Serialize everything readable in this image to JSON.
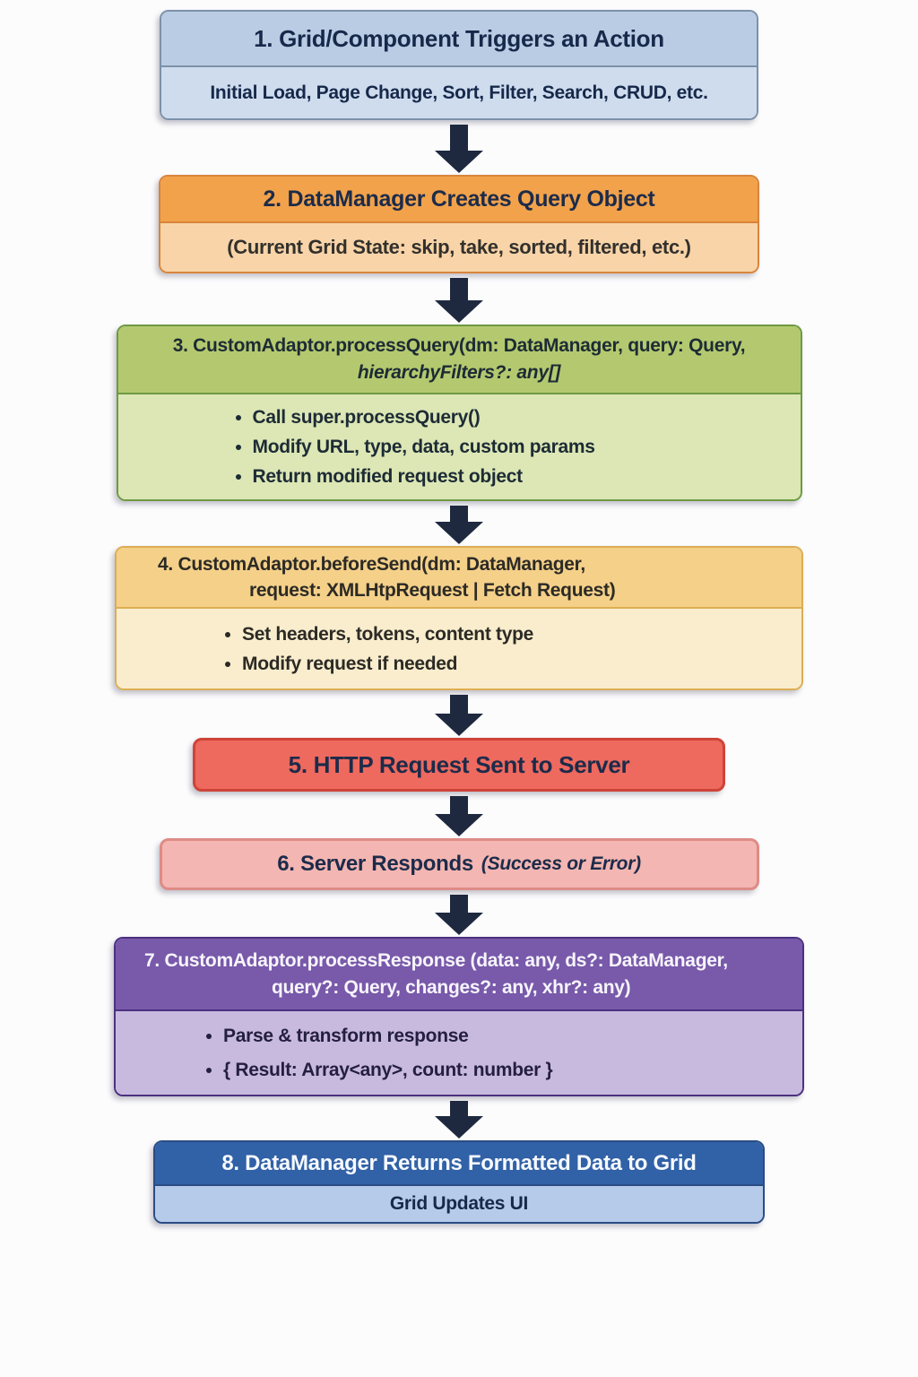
{
  "page": {
    "background": "#fcfcfd",
    "arrow_color": "#1e2940"
  },
  "steps": [
    {
      "title": "1. Grid/Component Triggers an Action",
      "subtitle": "Initial Load, Page Change, Sort, Filter, Search, CRUD, etc.",
      "colors": {
        "header_bg": "#b9cce4",
        "body_bg": "#cfdcee",
        "border": "#7d91a9",
        "text": "#16294a"
      }
    },
    {
      "title": "2. DataManager Creates Query Object",
      "subtitle": "(Current Grid State: skip, take, sorted, filtered, etc.)",
      "colors": {
        "header_bg": "#f1a24b",
        "body_bg": "#f8d4a8",
        "border": "#d9843a",
        "text": "#1c2b4a"
      }
    },
    {
      "title_bold": "3. CustomAdaptor.",
      "title_rest": "processQuery(dm: DataManager, query: Query,",
      "title_line2": "hierarchyFilters?: any[]",
      "bullets": [
        "Call super.processQuery()",
        "Modify URL, type, data, custom params",
        "Return modified request object"
      ],
      "colors": {
        "header_bg": "#b4c96f",
        "body_bg": "#dce7b5",
        "border": "#6e9a42",
        "text": "#1d2b35"
      }
    },
    {
      "title_bold": "4. CustomAdaptor.beforeSend(",
      "title_rest": "dm: DataManager,",
      "title_line2": "request: XMLHtpRequest | Fetch Request)",
      "bullets": [
        "Set headers, tokens, content type",
        "Modify request if needed"
      ],
      "colors": {
        "header_bg": "#f4d089",
        "body_bg": "#f9edcd",
        "border": "#dcae52",
        "text": "#2c2a25"
      }
    },
    {
      "title": "5. HTTP Request Sent to Server",
      "colors": {
        "bg": "#ee695e",
        "border": "#cf4338",
        "text": "#1c2b4a"
      }
    },
    {
      "title_bold": "6. Server Responds",
      "title_italic": "(Success or Error)",
      "colors": {
        "bg": "#f4b6b2",
        "border": "#df8b86",
        "text": "#1c2b4a"
      }
    },
    {
      "title_bold": "7. CustomAdaptor.processResponse",
      "title_rest": " (data: any, ds?: DataManager,",
      "title_line2": "query?: Query, changes?: any, xhr?: any)",
      "bullets": [
        "Parse & transform response",
        "{ Result: Array<any>, count: number }"
      ],
      "colors": {
        "header_bg": "#7859aa",
        "body_bg": "#c8badf",
        "border": "#4c3180",
        "header_text": "#f7f5fb",
        "text": "#241f3e"
      }
    },
    {
      "title": "8. DataManager Returns Formatted Data to Grid",
      "subtitle": "Grid Updates UI",
      "colors": {
        "header_bg": "#3161a6",
        "body_bg": "#b6cbe9",
        "border": "#2a4c84",
        "header_text": "#f6f9fd",
        "text": "#16294a"
      }
    }
  ]
}
